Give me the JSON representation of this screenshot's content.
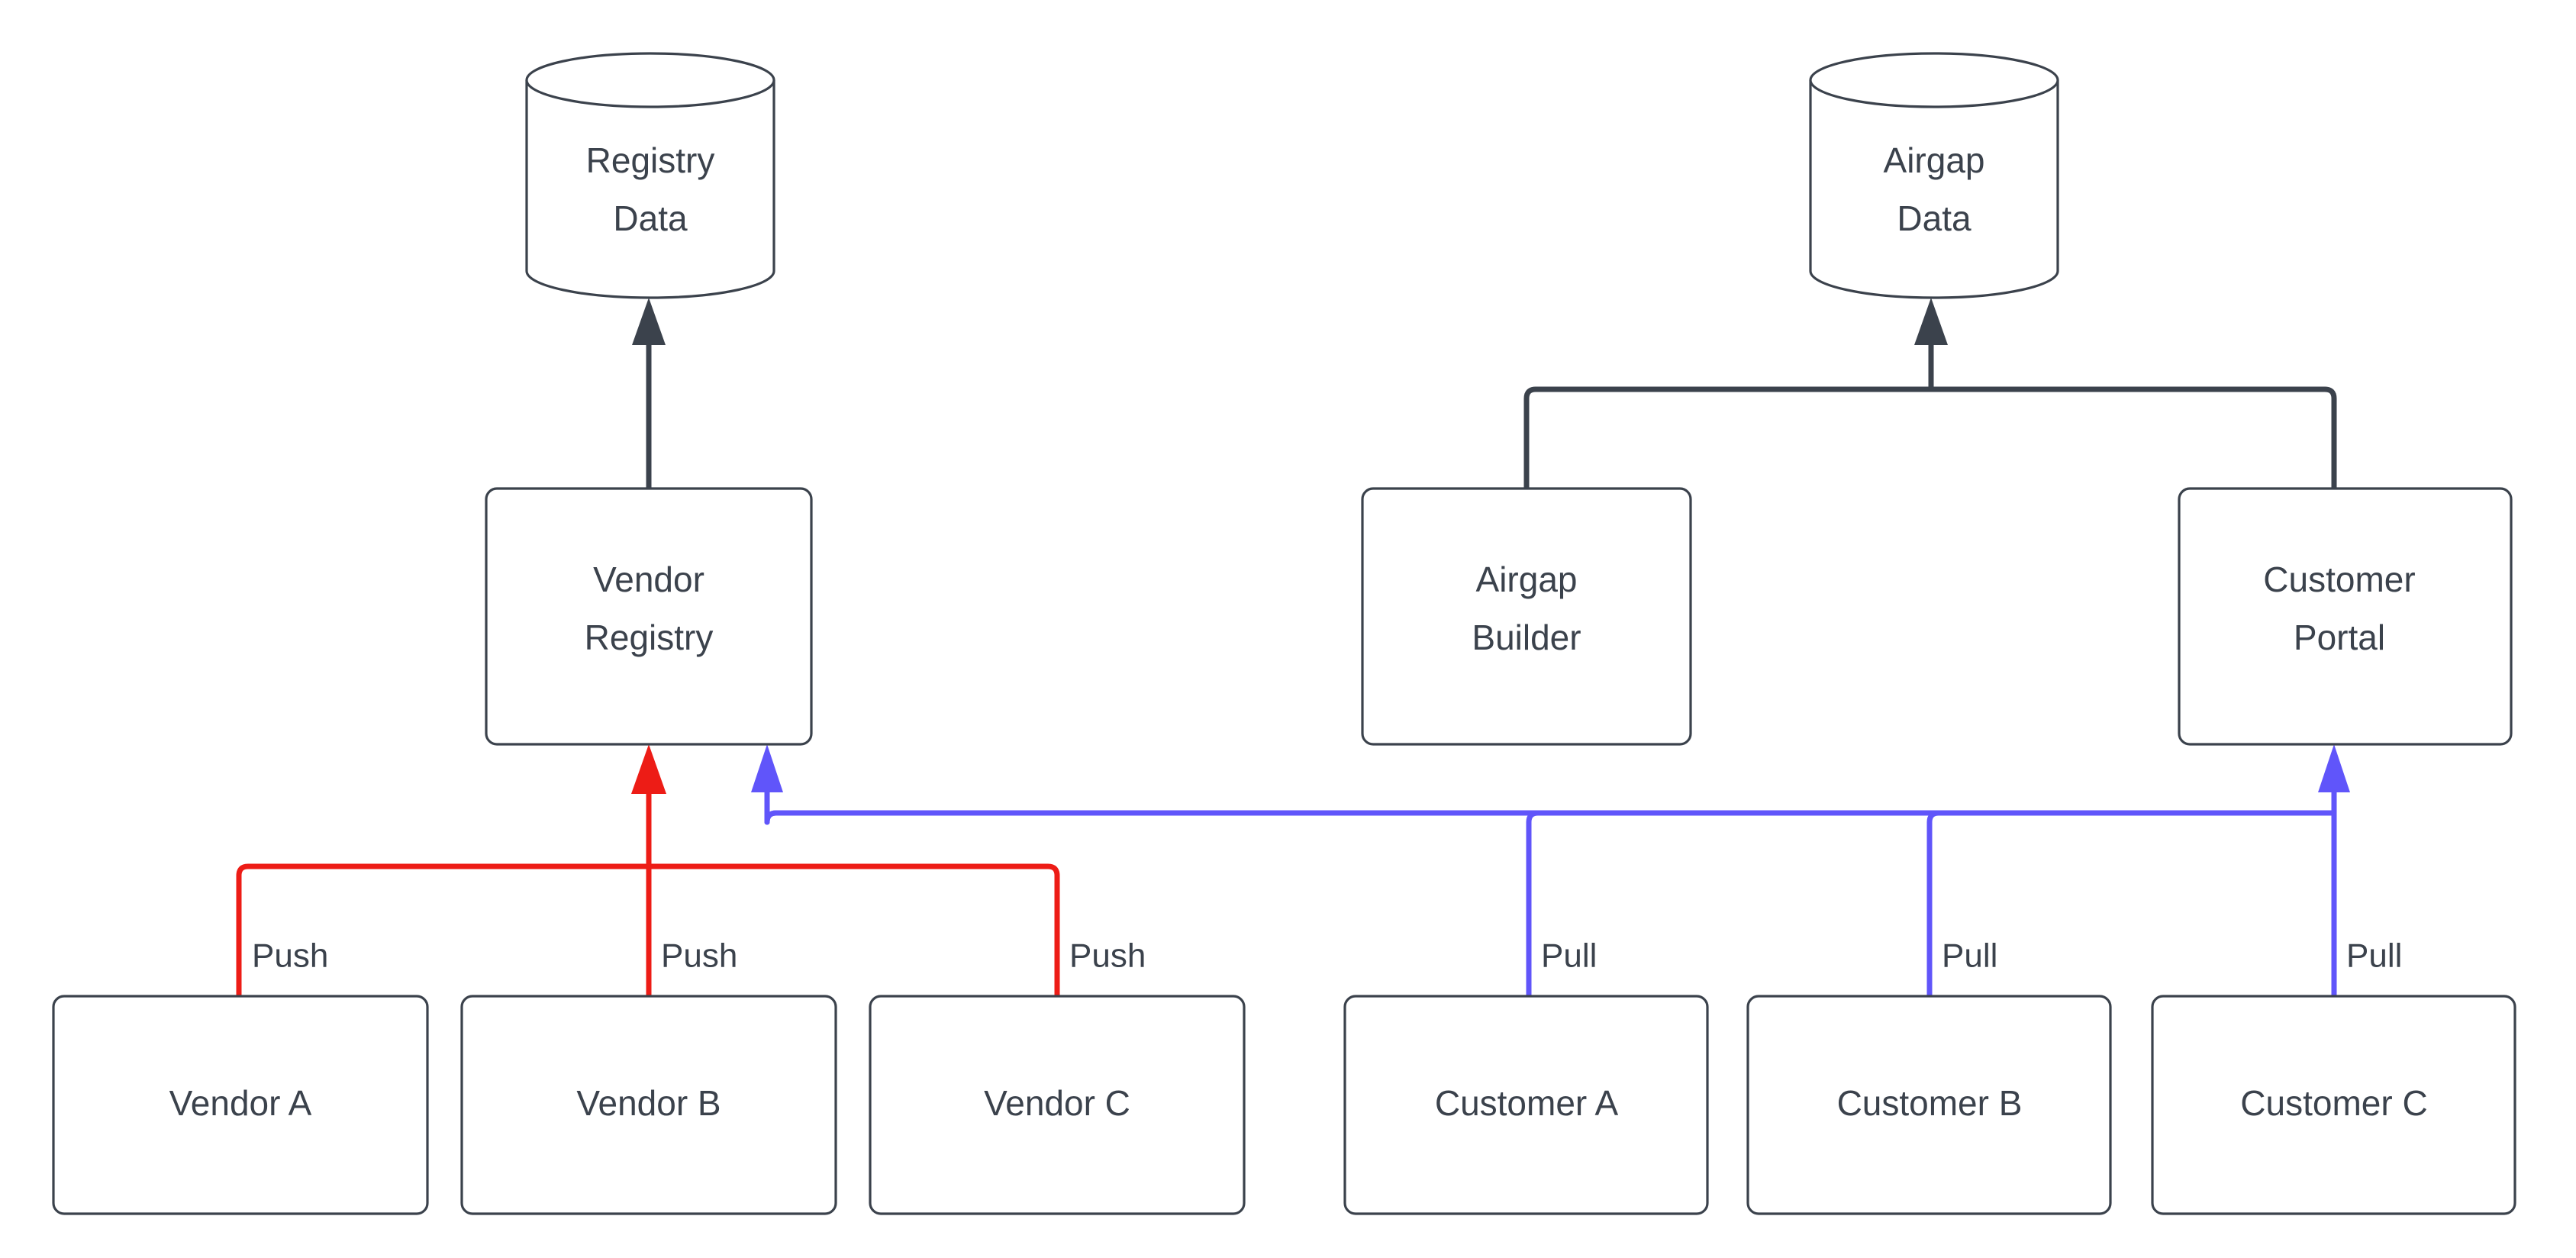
{
  "diagram": {
    "background_color": "#ffffff",
    "node_stroke_color": "#3b424c",
    "text_color": "#3b424c",
    "edge_colors": {
      "default": "#3b424c",
      "push": "#ed1c16",
      "pull": "#6055fa"
    },
    "datastores": [
      {
        "id": "registry-data",
        "line1": "Registry",
        "line2": "Data"
      },
      {
        "id": "airgap-data",
        "line1": "Airgap",
        "line2": "Data"
      }
    ],
    "services": [
      {
        "id": "vendor-registry",
        "line1": "Vendor",
        "line2": "Registry"
      },
      {
        "id": "airgap-builder",
        "line1": "Airgap",
        "line2": "Builder"
      },
      {
        "id": "customer-portal",
        "line1": "Customer",
        "line2": "Portal"
      }
    ],
    "vendors": [
      {
        "id": "vendor-a",
        "label": "Vendor A",
        "edge_label": "Push"
      },
      {
        "id": "vendor-b",
        "label": "Vendor B",
        "edge_label": "Push"
      },
      {
        "id": "vendor-c",
        "label": "Vendor C",
        "edge_label": "Push"
      }
    ],
    "customers": [
      {
        "id": "customer-a",
        "label": "Customer A",
        "edge_label": "Pull"
      },
      {
        "id": "customer-b",
        "label": "Customer B",
        "edge_label": "Pull"
      },
      {
        "id": "customer-c",
        "label": "Customer C",
        "edge_label": "Pull"
      }
    ]
  }
}
